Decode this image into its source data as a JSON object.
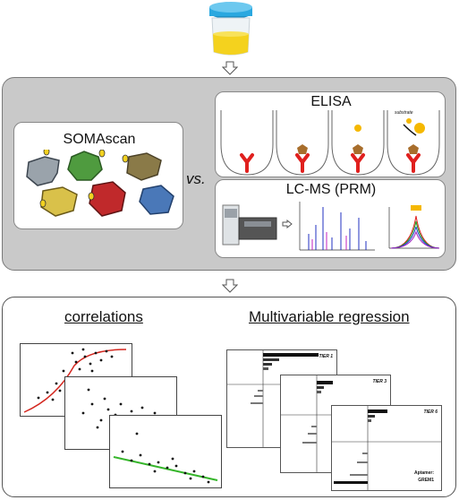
{
  "top": {
    "somascan_label": "SOMAscan",
    "vs_label": "vs.",
    "elisa_label": "ELISA",
    "elisa_substrate": "substrate",
    "lcms_label": "LC-MS (PRM)"
  },
  "bottom": {
    "correlations_label": "correlations",
    "regression_label": "Multivariable regression",
    "tiers": [
      "TIER 1",
      "TIER 3",
      "TIER 6"
    ],
    "aptamer_label": "Aptamer:",
    "aptamer_value": "GREM1"
  },
  "colors": {
    "tube_cap": "#2aa8e0",
    "tube_liquid": "#f4d21e",
    "elisa_antibody": "#e0201e",
    "antigen": "#a86e2c",
    "substrate": "#f5b800",
    "regression_green": "#35b52a",
    "fit_red": "#d3261e"
  },
  "icons": [
    "down-arrow-icon",
    "sample-tube-icon",
    "protein-icon",
    "antibody-icon",
    "lcms-instrument-icon"
  ]
}
